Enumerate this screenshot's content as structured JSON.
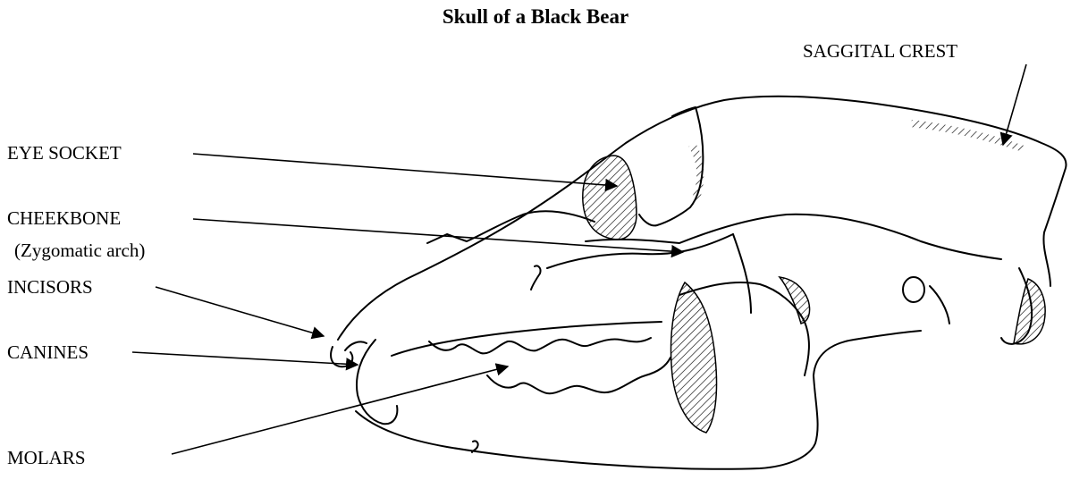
{
  "title": "Skull of a Black Bear",
  "labels": {
    "saggital_crest": "SAGGITAL CREST",
    "eye_socket": "EYE SOCKET",
    "cheekbone": "CHEEKBONE",
    "cheekbone_sub": "(Zygomatic arch)",
    "incisors": "INCISORS",
    "canines": "CANINES",
    "molars": "MOLARS"
  }
}
